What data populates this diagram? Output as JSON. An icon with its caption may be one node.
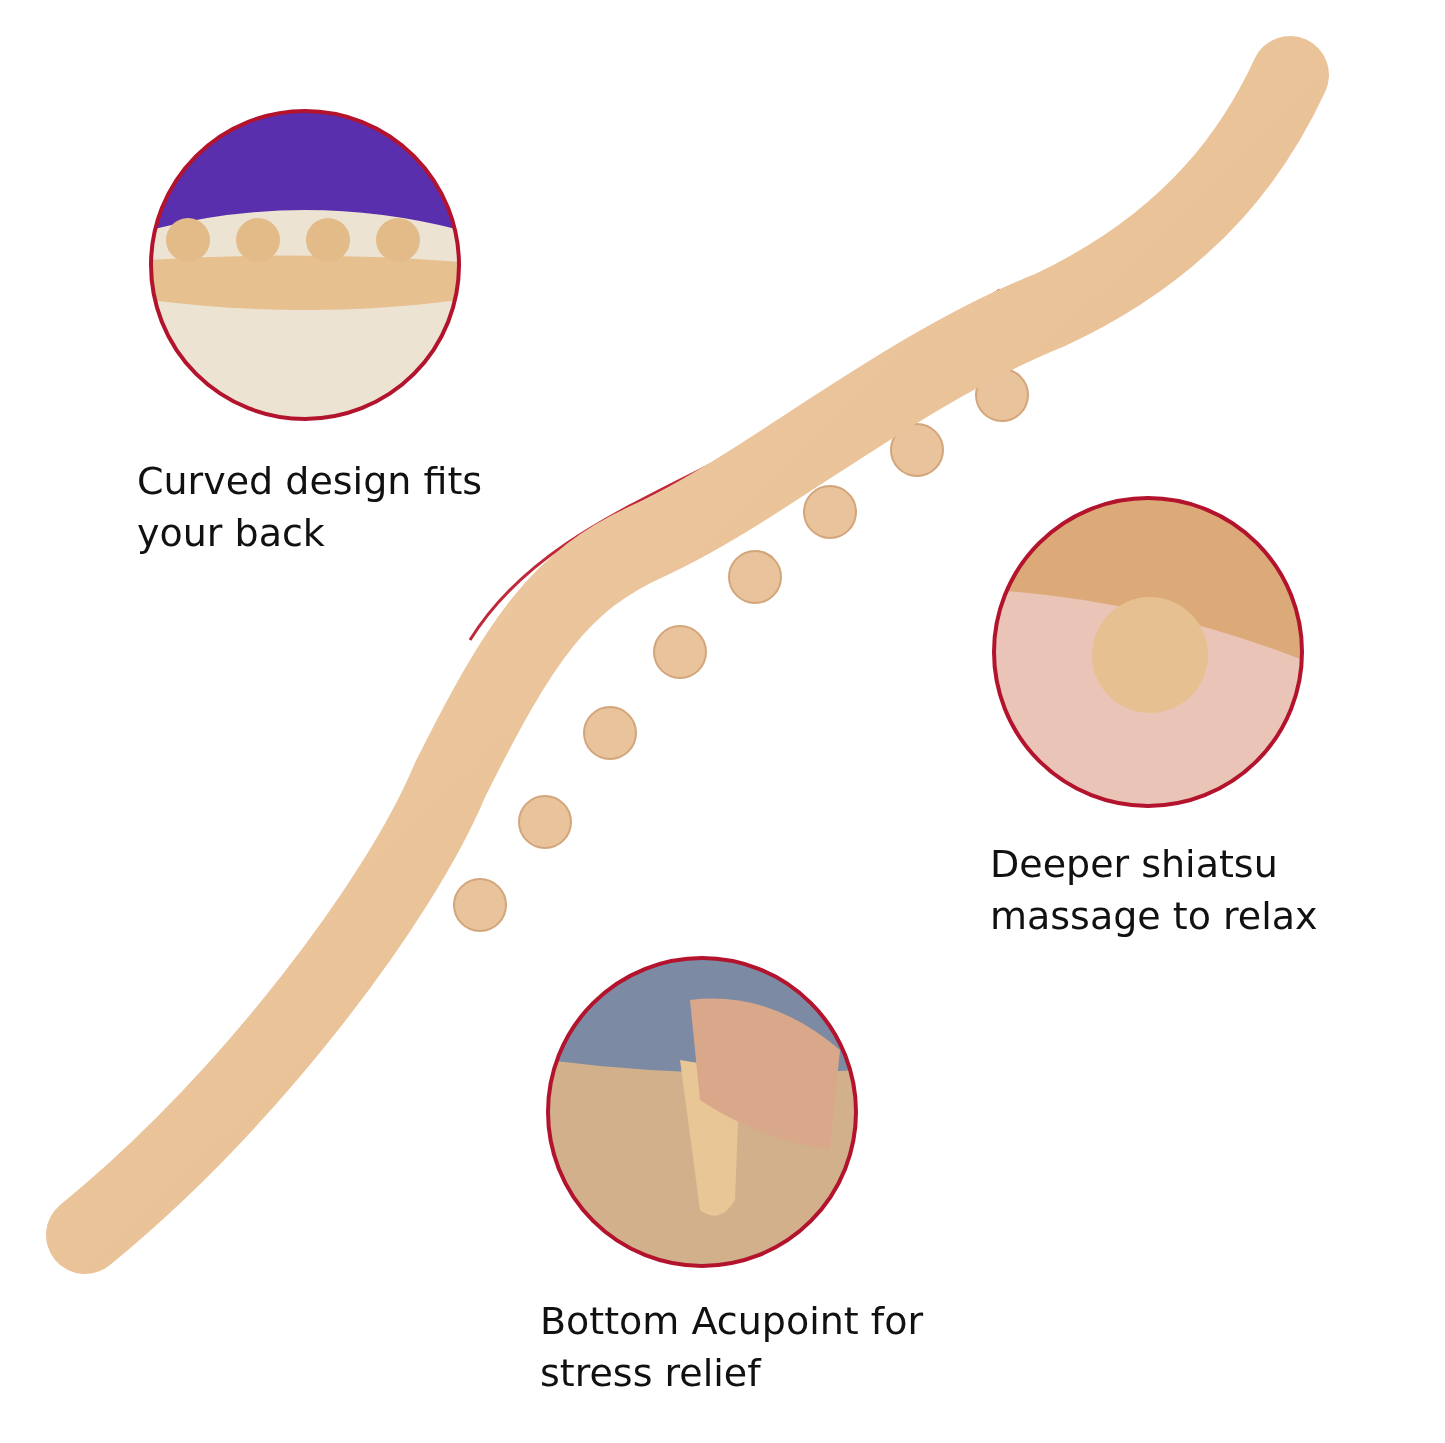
{
  "diagram": {
    "labels": [
      "Curved design fits your back",
      "Deeper shiatsu massage to relax",
      "Bottom Acupoint for stress relief"
    ]
  }
}
